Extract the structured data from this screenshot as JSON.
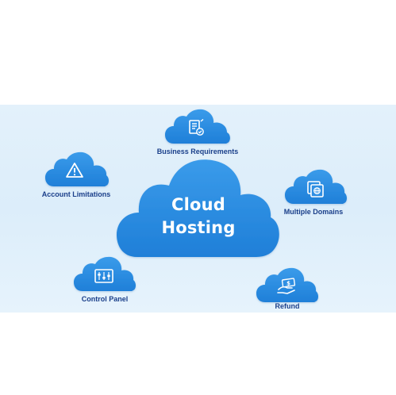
{
  "colors": {
    "cloud": "#2f8fe3",
    "cloud_dark": "#1f76cf",
    "label": "#1a3f8a",
    "band": "#dcedfa",
    "icon_stroke": "#ffffff"
  },
  "center": {
    "line1": "Cloud",
    "line2": "Hosting"
  },
  "nodes": {
    "business": {
      "label": "Business Requirements",
      "icon": "document-check-icon"
    },
    "account": {
      "label": "Account Limitations",
      "icon": "warning-icon"
    },
    "domains": {
      "label": "Multiple Domains",
      "icon": "domains-icon"
    },
    "control": {
      "label": "Control Panel",
      "icon": "control-panel-icon"
    },
    "refund": {
      "label": "Refund",
      "icon": "refund-money-icon"
    }
  }
}
